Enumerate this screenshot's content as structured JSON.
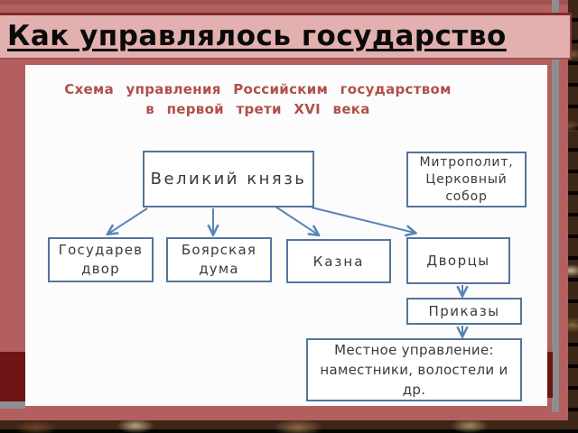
{
  "slide": {
    "title": "Как управлялось государство",
    "colors": {
      "rose_frame": "#b45f5f",
      "title_band_pink": "#e3b0b0",
      "title_band_border": "#7e2d2d",
      "title_text": "#0a0a0a",
      "diagram_title_red": "#b0504b",
      "box_border_blue": "#54749c",
      "box_text": "#3a3a3a",
      "arrow_blue": "#5b84b4",
      "maroon_accent": "#6e1414",
      "gray_stripe": "#8e8e8e",
      "panel_white": "#fcfcfc",
      "brick_background": "#1c100a"
    }
  },
  "diagram": {
    "title_line1": "Схема управления Российским государством",
    "title_line2": "в первой трети XVI века",
    "boxes": {
      "grand_prince": {
        "label": "Великий князь"
      },
      "metropolitan": {
        "label": "Митрополит,\nЦерковный\nсобор"
      },
      "sovereign_court": {
        "label": "Государев\nдвор"
      },
      "boyar_duma": {
        "label": "Боярская\nдума"
      },
      "treasury": {
        "label": "Казна"
      },
      "palaces": {
        "label": "Дворцы"
      },
      "prikazy": {
        "label": "Приказы"
      },
      "local_government": {
        "label": "Местное управление:\nнаместники, волостели и\nдр."
      }
    },
    "edges": [
      {
        "from": "grand_prince",
        "to": "sovereign_court"
      },
      {
        "from": "grand_prince",
        "to": "boyar_duma"
      },
      {
        "from": "grand_prince",
        "to": "treasury"
      },
      {
        "from": "grand_prince",
        "to": "palaces"
      },
      {
        "from": "palaces",
        "to": "prikazy"
      },
      {
        "from": "prikazy",
        "to": "local_government"
      }
    ]
  }
}
